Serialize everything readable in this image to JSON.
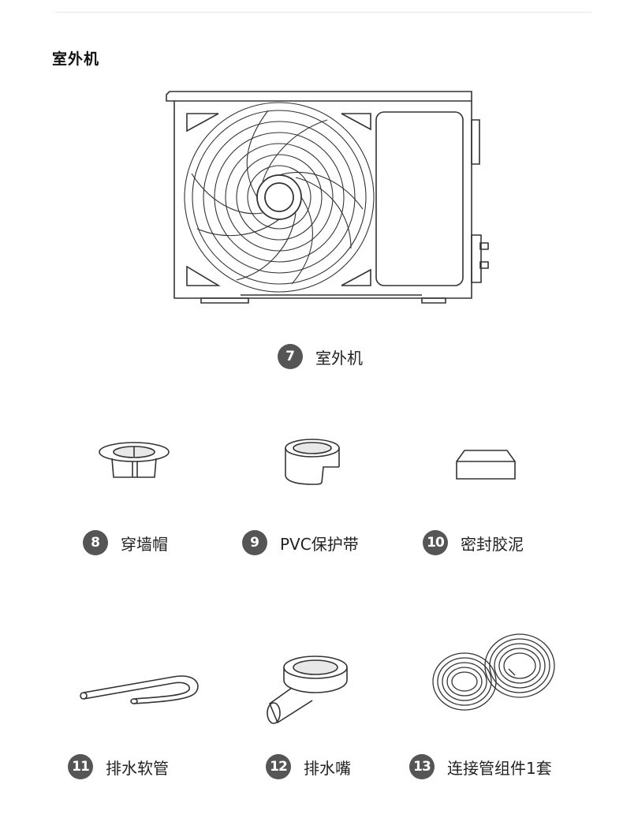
{
  "section_title": "室外机",
  "items": [
    {
      "number": "7",
      "label": "室外机"
    },
    {
      "number": "8",
      "label": "穿墙帽"
    },
    {
      "number": "9",
      "label": "PVC保护带"
    },
    {
      "number": "10",
      "label": "密封胶泥"
    },
    {
      "number": "11",
      "label": "排水软管"
    },
    {
      "number": "12",
      "label": "排水嘴"
    },
    {
      "number": "13",
      "label": "连接管组件1套"
    }
  ]
}
